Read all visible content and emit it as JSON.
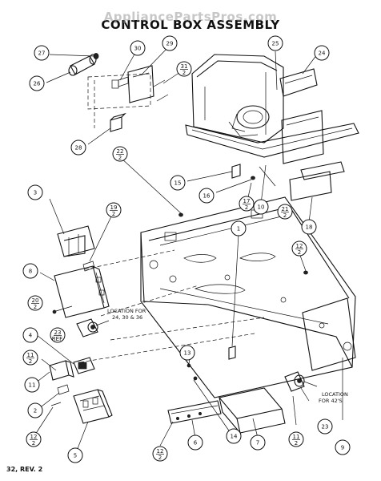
{
  "title": "CONTROL BOX ASSEMBLY",
  "watermark": "AppliancePartsPros.com",
  "footer": "32, REV. 2",
  "notes": [
    {
      "id": "note-24-30-36",
      "lines": [
        "LOCATION FOR",
        "24, 30 & 36"
      ]
    },
    {
      "id": "note-42",
      "lines": [
        "LOCATION",
        "FOR 42'S"
      ]
    }
  ],
  "callouts": [
    {
      "id": "27",
      "label": "27"
    },
    {
      "id": "26",
      "label": "26"
    },
    {
      "id": "30",
      "label": "30"
    },
    {
      "id": "29",
      "label": "29"
    },
    {
      "id": "31-2",
      "top": "31",
      "bottom": "2"
    },
    {
      "id": "25",
      "label": "25"
    },
    {
      "id": "24",
      "label": "24"
    },
    {
      "id": "28",
      "label": "28"
    },
    {
      "id": "22-2",
      "top": "22",
      "bottom": "2"
    },
    {
      "id": "15",
      "label": "15"
    },
    {
      "id": "16",
      "label": "16"
    },
    {
      "id": "17-2",
      "top": "17",
      "bottom": "2"
    },
    {
      "id": "10",
      "label": "10"
    },
    {
      "id": "21-2",
      "top": "21",
      "bottom": "2"
    },
    {
      "id": "18",
      "label": "18"
    },
    {
      "id": "3",
      "label": "3"
    },
    {
      "id": "19-2",
      "top": "19",
      "bottom": "2"
    },
    {
      "id": "1",
      "label": "1"
    },
    {
      "id": "12-2",
      "top": "12",
      "bottom": "2"
    },
    {
      "id": "8",
      "label": "8"
    },
    {
      "id": "20-2",
      "top": "20",
      "bottom": "2"
    },
    {
      "id": "4",
      "label": "4"
    },
    {
      "id": "23-ref",
      "top": "23",
      "bottom": "REF."
    },
    {
      "id": "11-2-a",
      "top": "11",
      "bottom": "2"
    },
    {
      "id": "11",
      "label": "11"
    },
    {
      "id": "13",
      "label": "13"
    },
    {
      "id": "2",
      "label": "2"
    },
    {
      "id": "12-2-b",
      "top": "12",
      "bottom": "2"
    },
    {
      "id": "5",
      "label": "5"
    },
    {
      "id": "12-2-c",
      "top": "12",
      "bottom": "2"
    },
    {
      "id": "6",
      "label": "6"
    },
    {
      "id": "14",
      "label": "14"
    },
    {
      "id": "7",
      "label": "7"
    },
    {
      "id": "23",
      "label": "23"
    },
    {
      "id": "11-2-b",
      "top": "11",
      "bottom": "2"
    },
    {
      "id": "9",
      "label": "9"
    }
  ]
}
